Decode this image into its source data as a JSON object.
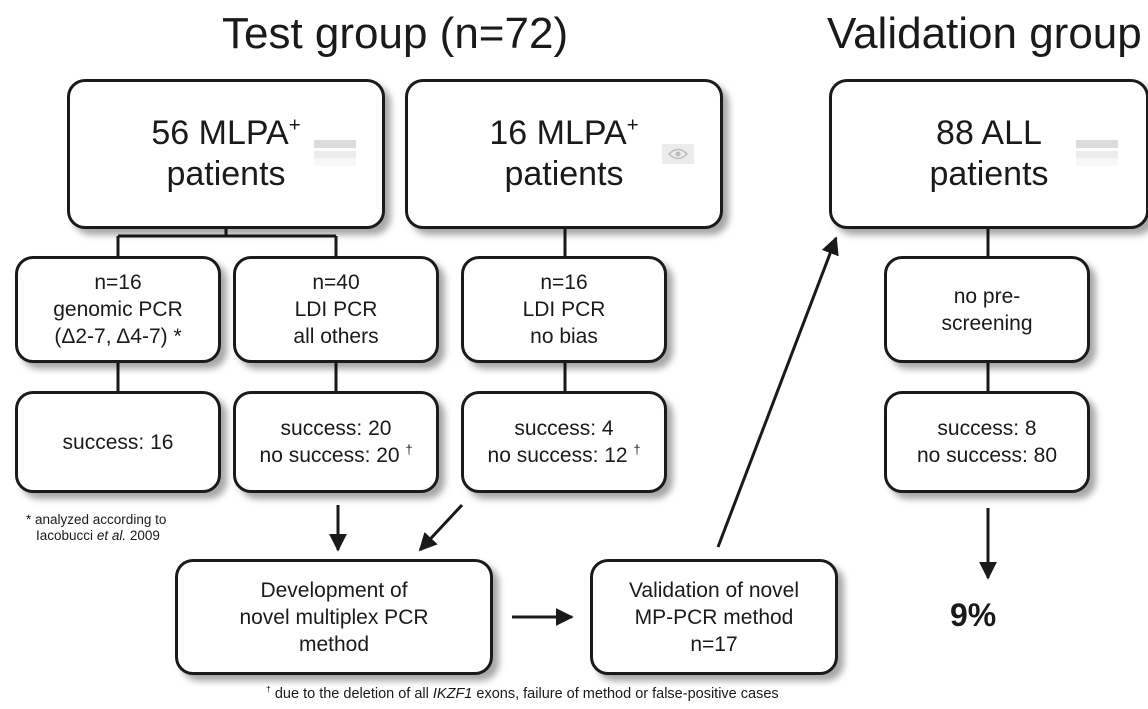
{
  "titles": {
    "test": "Test group (n=72)",
    "validation": "Validation group"
  },
  "boxes": {
    "mlpa56": {
      "count": "56 MLPA",
      "sup": "+",
      "line2": "patients"
    },
    "mlpa16": {
      "count": "16 MLPA",
      "sup": "+",
      "line2": "patients"
    },
    "all88": {
      "line1": "88 ALL",
      "line2": "patients"
    },
    "genomic": {
      "line1": "n=16",
      "line2": "genomic PCR",
      "line3": "(Δ2-7, Δ4-7) *"
    },
    "ldi40": {
      "line1": "n=40",
      "line2": "LDI PCR",
      "line3": "all others"
    },
    "ldi16": {
      "line1": "n=16",
      "line2": "LDI PCR",
      "line3": "no bias"
    },
    "noprescreen": {
      "line1": "no pre-",
      "line2": "screening"
    },
    "success16": {
      "line1": "success: 16"
    },
    "success20": {
      "line1": "success: 20",
      "line2": "no success: 20",
      "dagger": "†"
    },
    "success4": {
      "line1": "success: 4",
      "line2": "no success: 12",
      "dagger": "†"
    },
    "success8": {
      "line1": "success: 8",
      "line2": "no success: 80"
    },
    "development": {
      "line1": "Development of",
      "line2": "novel multiplex PCR",
      "line3": "method"
    },
    "validation": {
      "line1": "Validation of novel",
      "line2": "MP-PCR method",
      "line3": "n=17"
    }
  },
  "notes": {
    "asterisk_line1": "* analyzed according to",
    "asterisk_author": "Iacobucci",
    "asterisk_etal": "et al.",
    "asterisk_year": "2009",
    "dagger_prefix": "†",
    "dagger_text1": " due to the deletion of all ",
    "dagger_gene": "IKZF1",
    "dagger_text2": " exons, failure of method or false-positive cases"
  },
  "result": {
    "percent": "9%"
  },
  "icons": {
    "mlpa56": "grey-stripes-icon",
    "mlpa16": "eye-icon",
    "all88": "grey-stripes-icon"
  }
}
